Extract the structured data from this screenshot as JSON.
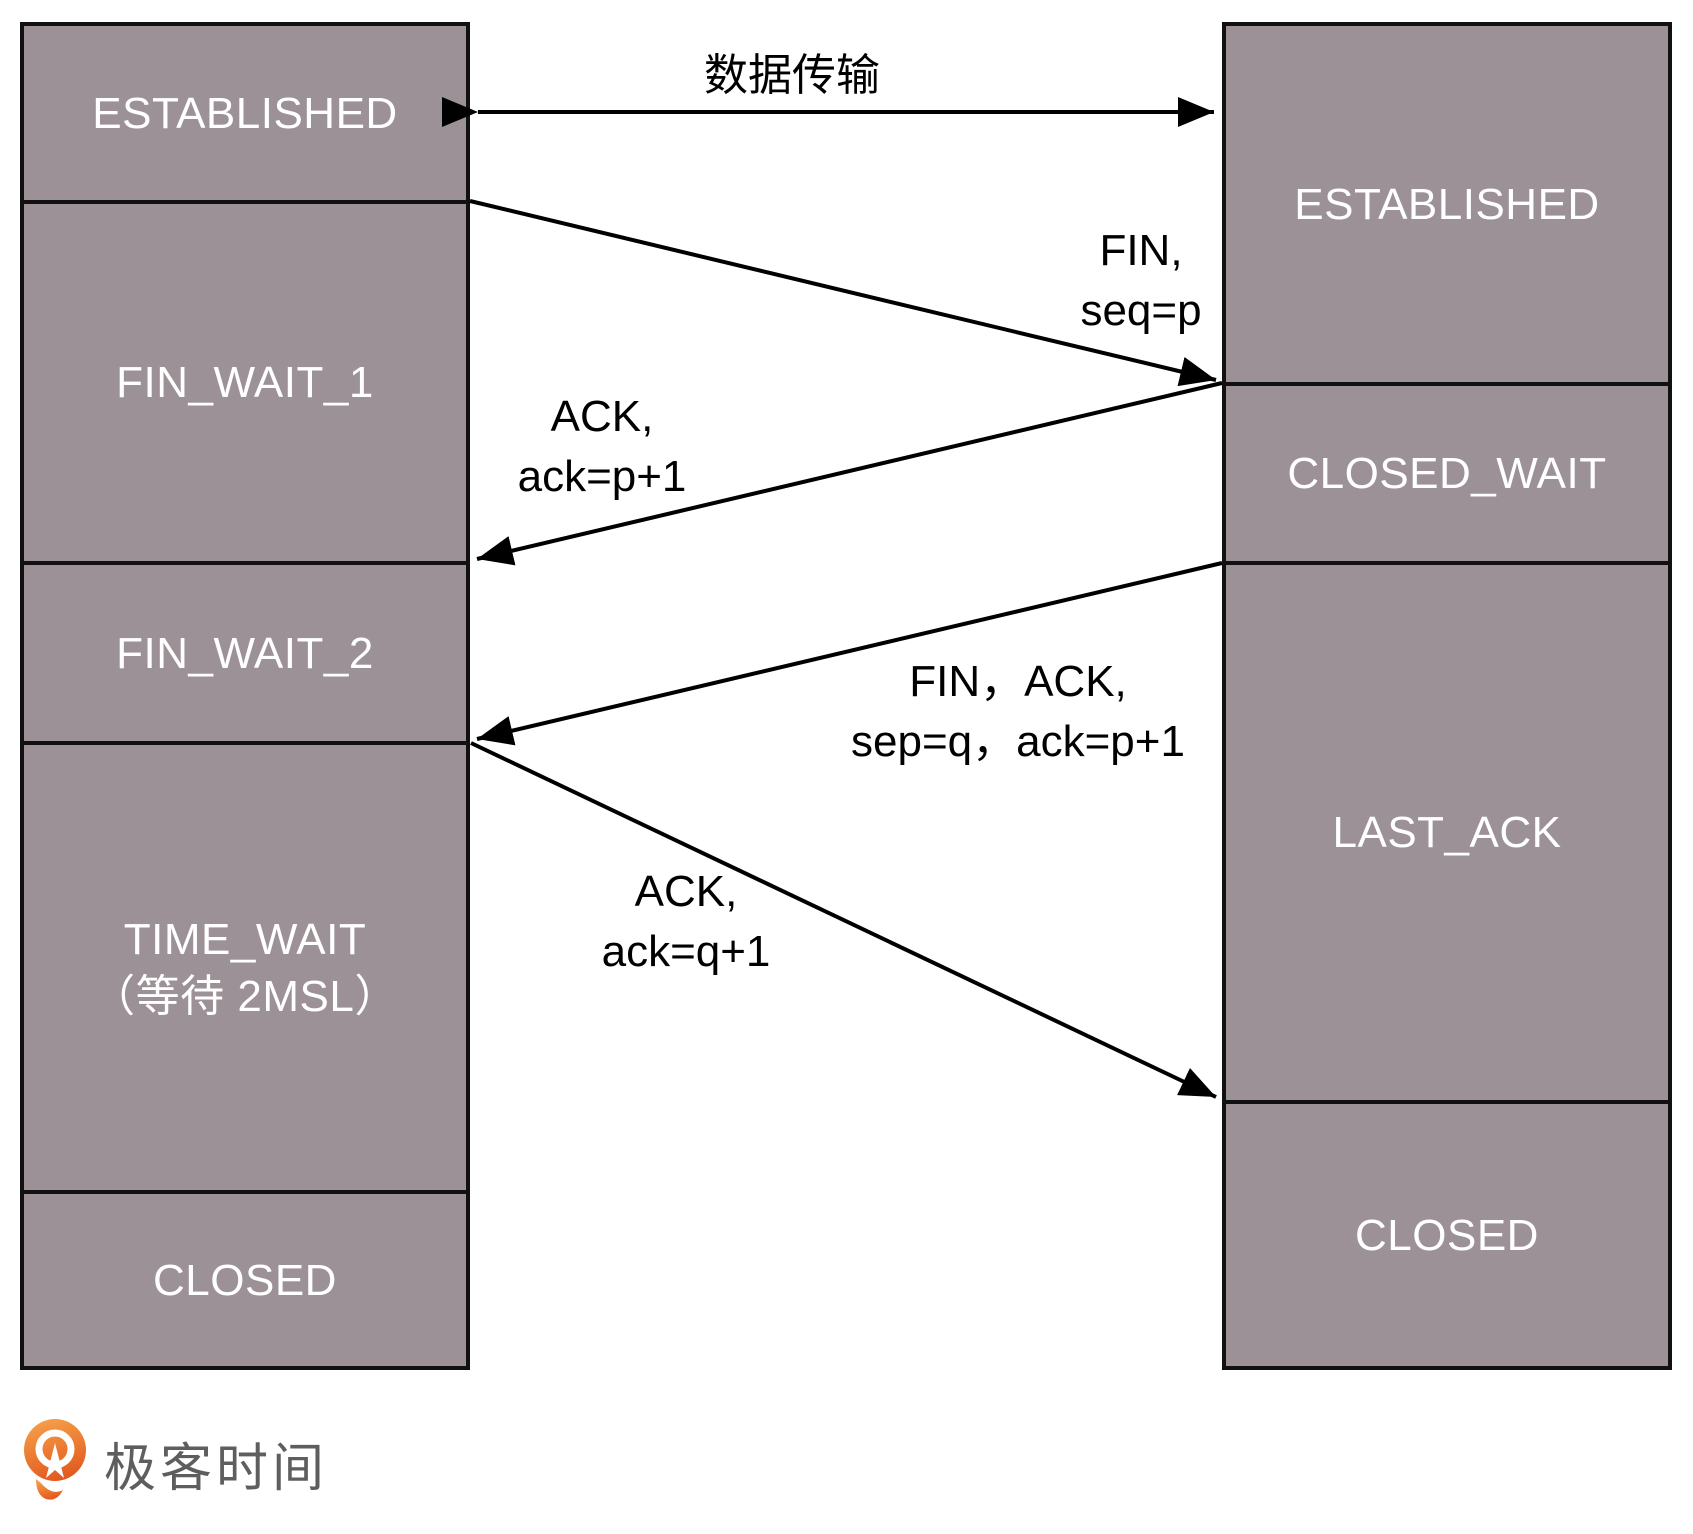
{
  "diagram": {
    "client_states": [
      {
        "label": "ESTABLISHED"
      },
      {
        "label": "FIN_WAIT_1"
      },
      {
        "label": "FIN_WAIT_2"
      },
      {
        "label": "TIME_WAIT",
        "sublabel": "（等待 2MSL）"
      },
      {
        "label": "CLOSED"
      }
    ],
    "server_states": [
      {
        "label": "ESTABLISHED"
      },
      {
        "label": "CLOSED_WAIT"
      },
      {
        "label": "LAST_ACK"
      },
      {
        "label": "CLOSED"
      }
    ],
    "messages": {
      "data_transfer": {
        "label": "数据传输"
      },
      "fin": {
        "line1": "FIN,",
        "line2": "seq=p"
      },
      "ack1": {
        "line1": "ACK,",
        "line2": "ack=p+1"
      },
      "fin_ack": {
        "line1": "FIN，ACK,",
        "line2": "sep=q，ack=p+1"
      },
      "ack2": {
        "line1": "ACK,",
        "line2": "ack=q+1"
      }
    }
  },
  "logo": {
    "text": "极客时间"
  },
  "colors": {
    "box_fill": "#9c9196",
    "box_border": "#111111",
    "box_text": "#ffffff",
    "arrow": "#000000",
    "logo_orange_light": "#f6a24a",
    "logo_orange_dark": "#e2591f",
    "logo_text": "#5e5e5e",
    "page_bg": "#ffffff"
  }
}
